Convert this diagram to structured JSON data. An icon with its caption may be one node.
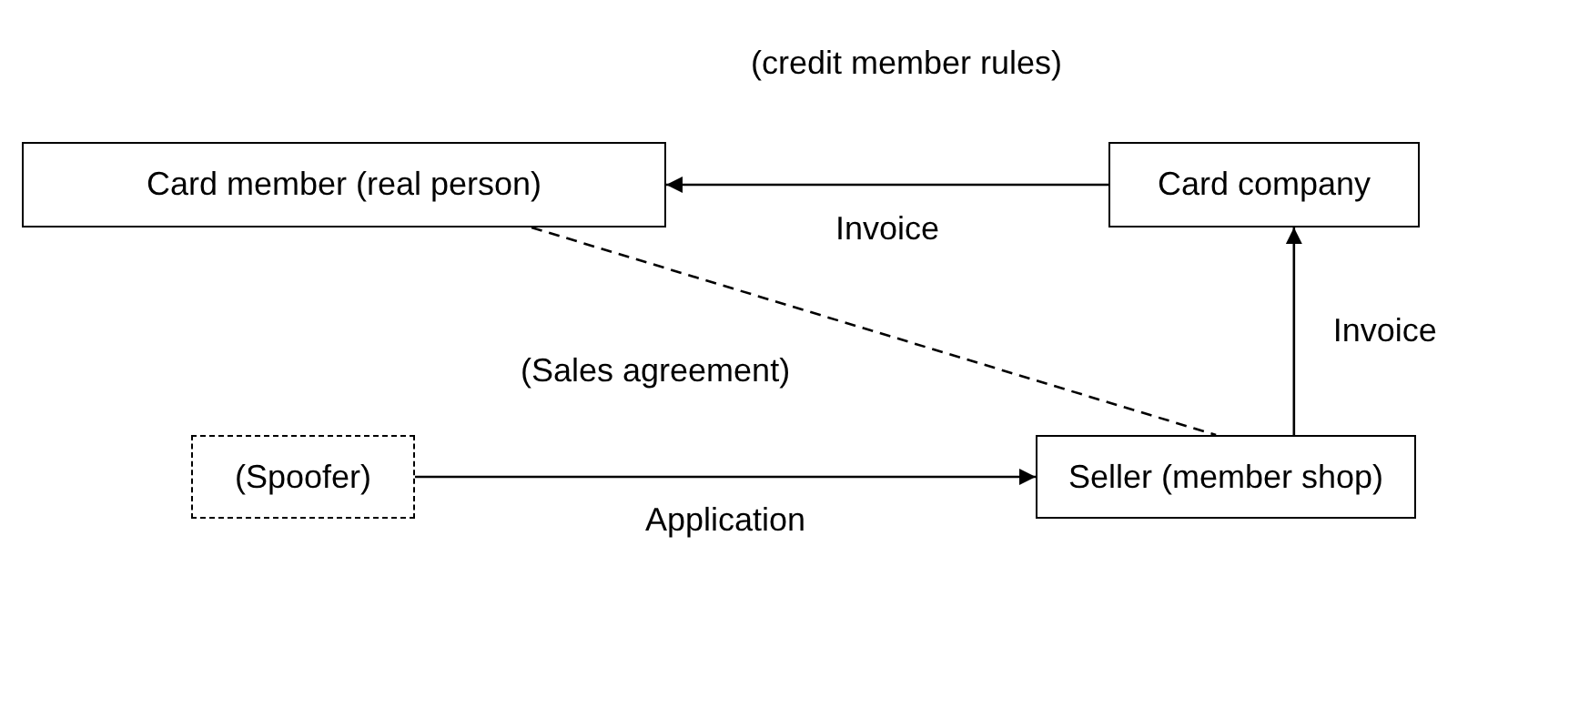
{
  "diagram": {
    "nodes": [
      {
        "text": [
          "Card member (real person)"
        ]
      },
      {
        "text": [
          "Card company"
        ]
      },
      {
        "text": [
          "(Spoofer)"
        ]
      },
      {
        "text": [
          "Seller (member shop)"
        ]
      }
    ],
    "edges": [
      {
        "from": 1,
        "to": 0,
        "arrow": "to",
        "label": "Invoice"
      },
      {
        "from": 3,
        "to": 1,
        "arrow": "to",
        "label": "Invoice"
      },
      {
        "from": 0,
        "to": 3,
        "arrow": "none",
        "style": "dashed",
        "label": "(Sales agreement)"
      },
      {
        "from": 2,
        "to": 3,
        "arrow": "to",
        "label": "Application"
      }
    ],
    "labels": [
      "(credit member rules)"
    ]
  }
}
